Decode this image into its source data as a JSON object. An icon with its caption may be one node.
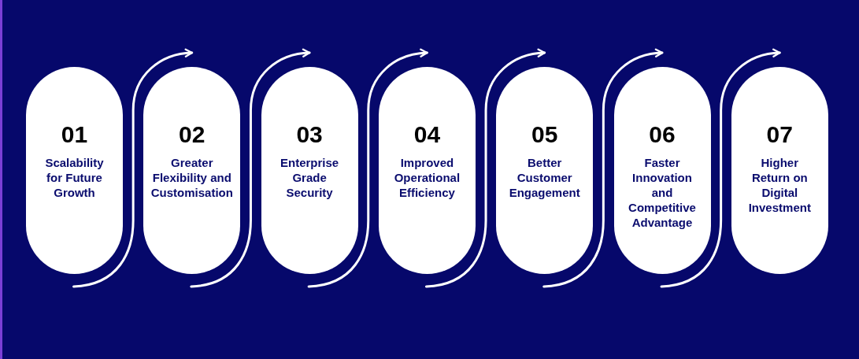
{
  "diagram": {
    "nodes": [
      {
        "text": [
          "01",
          "Scalability for Future Growth"
        ]
      },
      {
        "text": [
          "02",
          "Greater Flexibility and Customisation"
        ]
      },
      {
        "text": [
          "03",
          "Enterprise Grade Security"
        ]
      },
      {
        "text": [
          "04",
          "Improved Operational Efficiency"
        ]
      },
      {
        "text": [
          "05",
          "Better Customer Engagement"
        ]
      },
      {
        "text": [
          "06",
          "Faster Innovation and Competitive Advantage"
        ]
      },
      {
        "text": [
          "07",
          "Higher Return on Digital Investment"
        ]
      }
    ],
    "edges": [
      {
        "from": 0,
        "to": 1,
        "arrow": "to"
      },
      {
        "from": 1,
        "to": 2,
        "arrow": "to"
      },
      {
        "from": 2,
        "to": 3,
        "arrow": "to"
      },
      {
        "from": 3,
        "to": 4,
        "arrow": "to"
      },
      {
        "from": 4,
        "to": 5,
        "arrow": "to"
      },
      {
        "from": 5,
        "to": 6,
        "arrow": "to"
      }
    ]
  }
}
